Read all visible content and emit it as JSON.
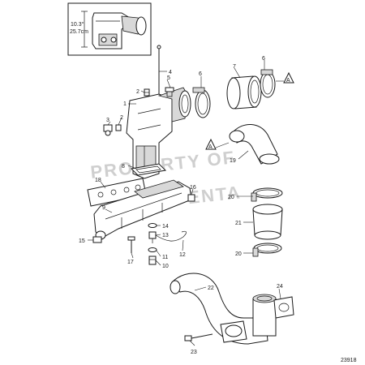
{
  "watermark": {
    "line1": "PROPERTY OF",
    "line2": "VOLVO PENTA"
  },
  "inset": {
    "angle": "10.3°",
    "length": "25.7cm"
  },
  "reference_marker": "A",
  "drawing_number": "23918",
  "callouts": {
    "c1": "1",
    "c2a": "2",
    "c2b": "2",
    "c3": "3",
    "c4": "4",
    "c5": "5",
    "c6a": "6",
    "c6b": "6",
    "c7": "7",
    "c8": "8",
    "c9": "9",
    "c10": "10",
    "c11": "11",
    "c12": "12",
    "c13": "13",
    "c14": "14",
    "c15": "15",
    "c16": "16",
    "c17": "17",
    "c18": "18",
    "c19": "19",
    "c20a": "20",
    "c20b": "20",
    "c21": "21",
    "c22": "22",
    "c23": "23",
    "c24": "24"
  }
}
